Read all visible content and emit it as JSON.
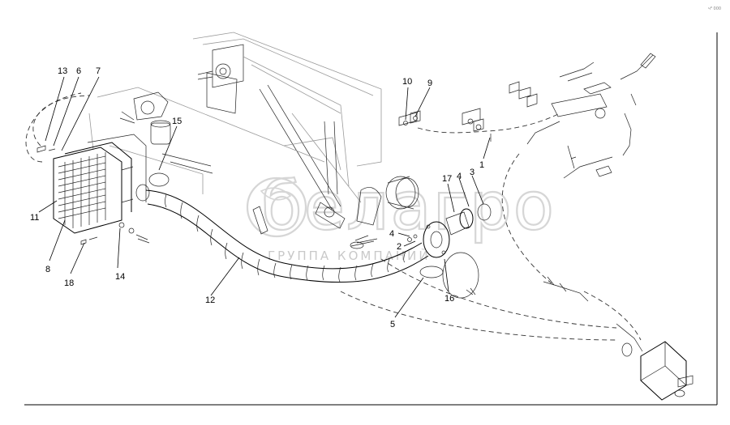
{
  "watermark": {
    "brand": "белагро",
    "subtitle": "ГРУППА КОМПАНИЙ"
  },
  "corner_code": "ч⁸ 000",
  "callouts": [
    {
      "id": "c13",
      "text": "13"
    },
    {
      "id": "c6",
      "text": "6"
    },
    {
      "id": "c7",
      "text": "7"
    },
    {
      "id": "c15",
      "text": "15"
    },
    {
      "id": "c11",
      "text": "11"
    },
    {
      "id": "c8",
      "text": "8"
    },
    {
      "id": "c18",
      "text": "18"
    },
    {
      "id": "c14",
      "text": "14"
    },
    {
      "id": "c12",
      "text": "12"
    },
    {
      "id": "c10",
      "text": "10"
    },
    {
      "id": "c9",
      "text": "9"
    },
    {
      "id": "c1",
      "text": "1"
    },
    {
      "id": "c17",
      "text": "17"
    },
    {
      "id": "c4a",
      "text": "4"
    },
    {
      "id": "c3",
      "text": "3"
    },
    {
      "id": "c4b",
      "text": "4"
    },
    {
      "id": "c2",
      "text": "2"
    },
    {
      "id": "c5",
      "text": "5"
    },
    {
      "id": "c16",
      "text": "16"
    }
  ]
}
